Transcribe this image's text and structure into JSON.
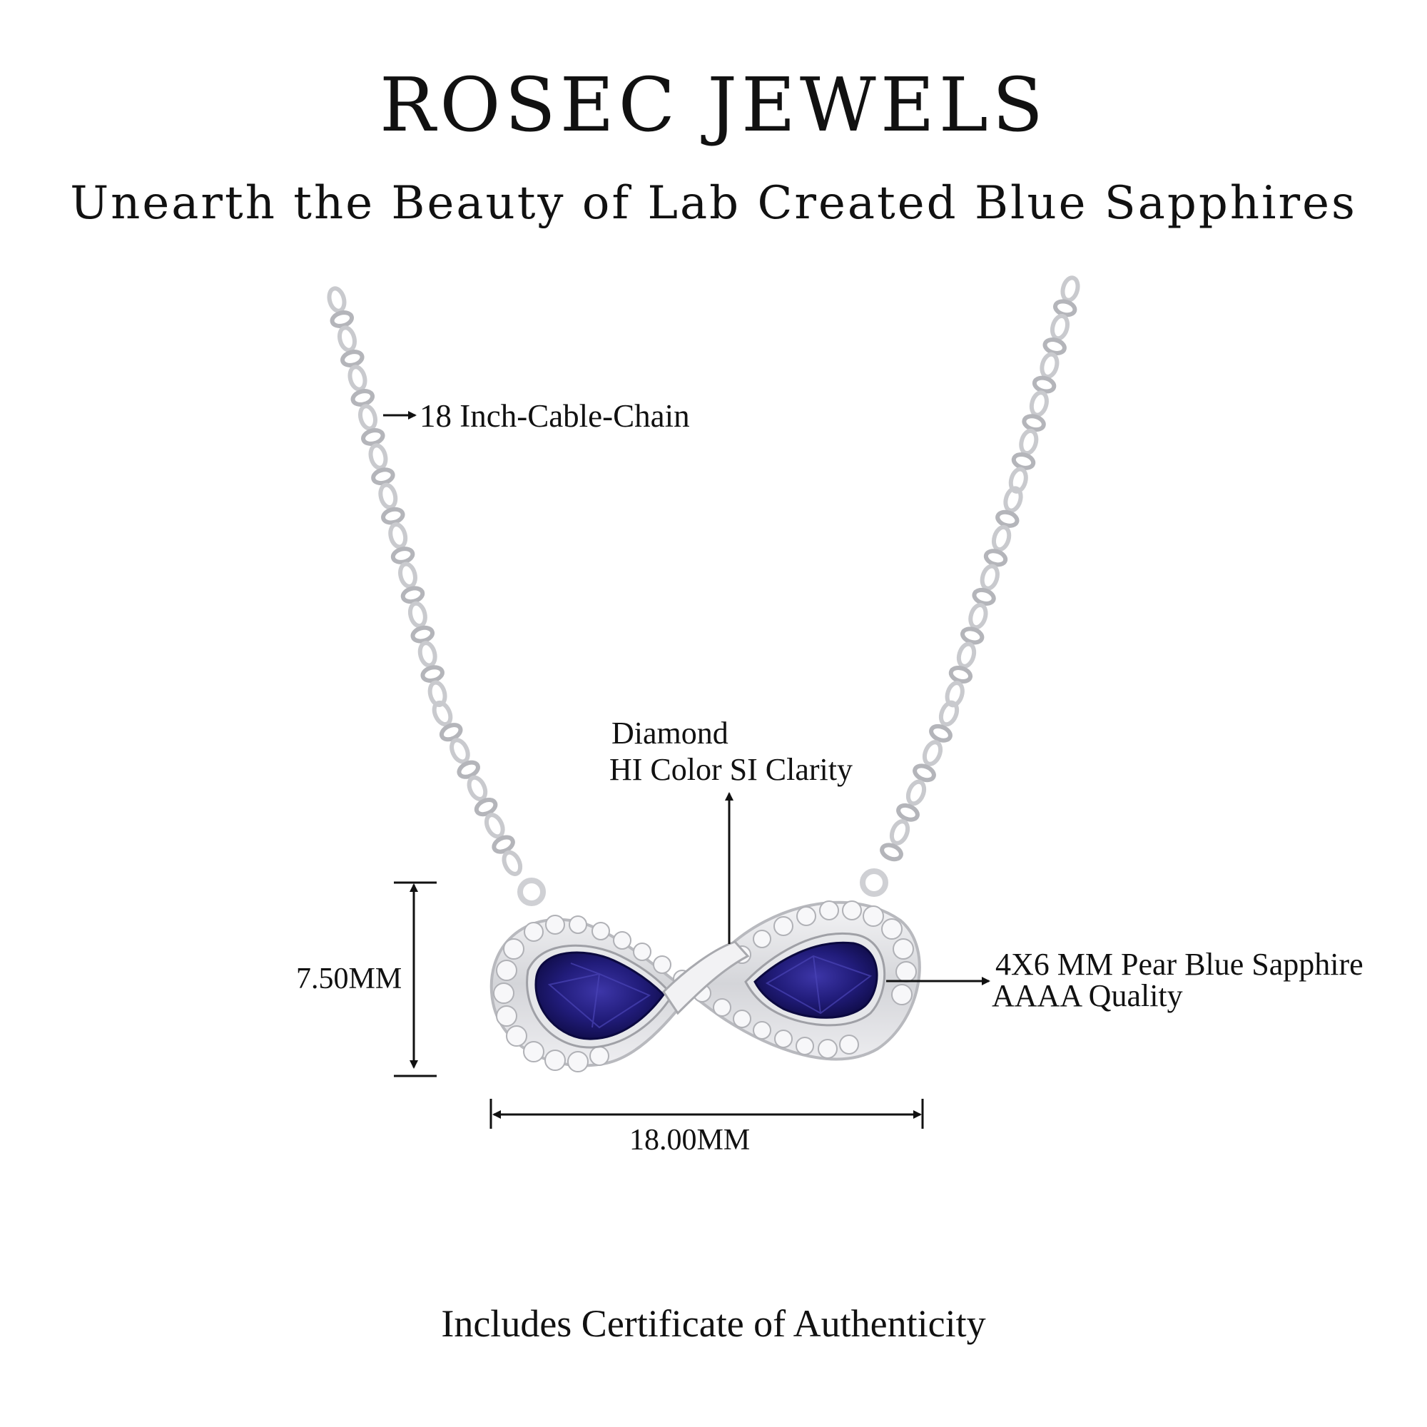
{
  "brand": {
    "name": "ROSEC JEWELS",
    "tagline": "Unearth the Beauty of Lab Created Blue Sapphires"
  },
  "annotations": {
    "chain": "18 Inch-Cable-Chain",
    "diamond_line1": "Diamond",
    "diamond_line2": "HI Color SI Clarity",
    "sapphire_line1": "4X6 MM Pear Blue Sapphire",
    "sapphire_line2": "AAAA Quality",
    "height": "7.50MM",
    "width": "18.00MM"
  },
  "footer": {
    "text": "Includes Certificate of Authenticity"
  },
  "colors": {
    "metal": "#d9dadd",
    "sapphire": "#1d1a6e",
    "text": "#111111"
  },
  "icons": {
    "pendant": "infinity-pendant-icon",
    "chain": "cable-chain-icon"
  }
}
